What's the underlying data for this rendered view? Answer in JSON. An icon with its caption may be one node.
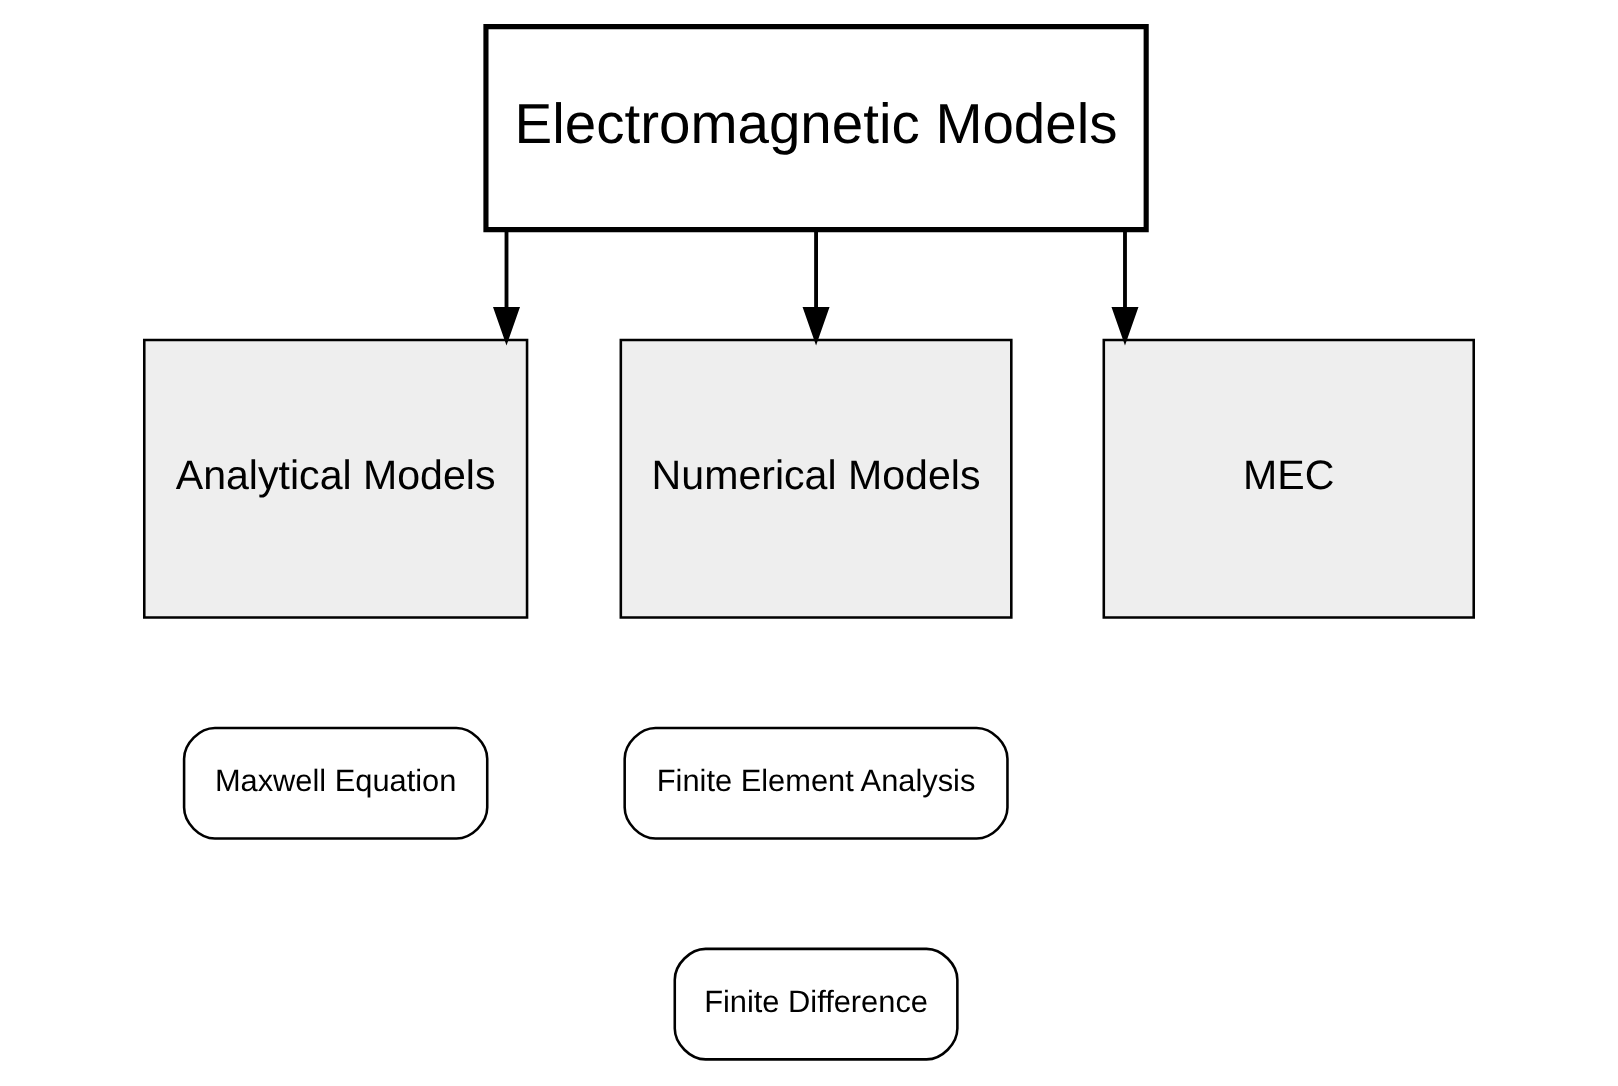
{
  "diagram": {
    "nodes": [
      {
        "text": [
          "Electromagnetic Models"
        ]
      },
      {
        "text": [
          "Analytical Models"
        ]
      },
      {
        "text": [
          "Numerical Models"
        ]
      },
      {
        "text": [
          "MEC"
        ]
      },
      {
        "text": [
          "Maxwell Equation"
        ]
      },
      {
        "text": [
          "Finite Element Analysis"
        ]
      },
      {
        "text": [
          "Finite Difference"
        ]
      }
    ],
    "edges": [
      {
        "from": 0,
        "to": 1,
        "arrow": "to"
      },
      {
        "from": 0,
        "to": 2,
        "arrow": "to"
      },
      {
        "from": 0,
        "to": 3,
        "arrow": "to"
      }
    ]
  }
}
